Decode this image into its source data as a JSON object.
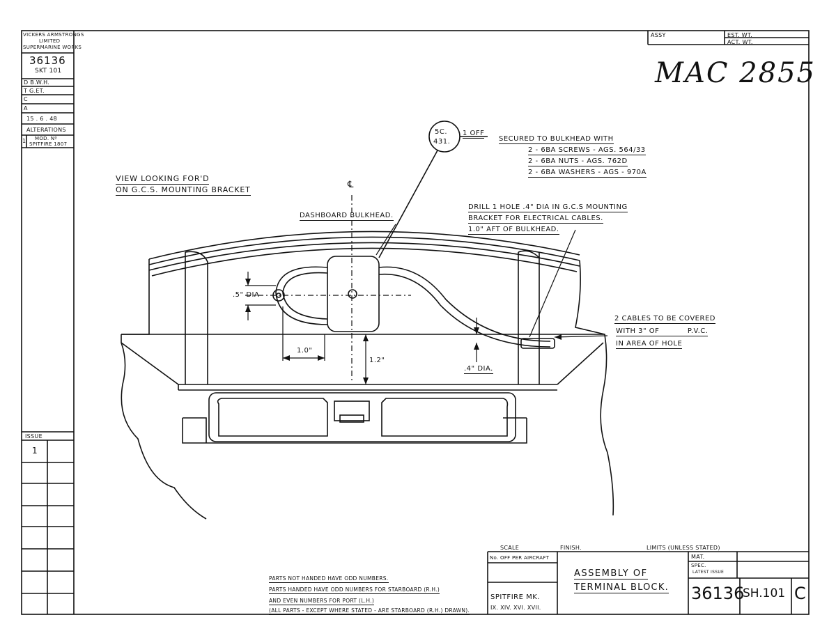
{
  "title_block_left": {
    "company_line1": "VICKERS ARMSTRONGS",
    "company_line2": "LIMITED",
    "company_line3": "SUPERMARINE WORKS",
    "drawing_no": "36136",
    "sketch": "SKT 101",
    "drawn": "D  B.W.H.",
    "traced": "T  G.ET.",
    "checked": "C",
    "approved": "A",
    "date": "15 . 6 . 48",
    "alterations_header": "ALTERATIONS",
    "alteration_no": "1",
    "alteration_text_1": "MOD. Nº",
    "alteration_text_2": "SPITFIRE 1807",
    "issue_header": "ISSUE",
    "issue_value": "1"
  },
  "top_block": {
    "assy": "ASSY",
    "est_wt": "EST. WT.",
    "act_wt": "ACT. WT."
  },
  "handwritten_ref": "MAC 2855",
  "view_title_1": "VIEW LOOKING FOR'D",
  "view_title_2": "ON G.C.S. MOUNTING BRACKET",
  "centerline": "℄",
  "part_balloon": {
    "line1": "5C.",
    "line2": "431.",
    "qty": "1 OFF"
  },
  "secured_note": {
    "line1": "SECURED TO BULKHEAD WITH",
    "line2": "2 - 6BA SCREWS - AGS. 564/33",
    "line3": "2 - 6BA NUTS - AGS. 762D",
    "line4": "2 - 6BA WASHERS - AGS - 970A"
  },
  "bulkhead_label": "DASHBOARD BULKHEAD.",
  "drill_note": {
    "line1": "DRILL 1 HOLE .4\" DIA IN G.C.S MOUNTING",
    "line2": "BRACKET FOR ELECTRICAL CABLES.",
    "line3": "1.0\" AFT OF BULKHEAD."
  },
  "cables_note": {
    "line1": "2 CABLES TO BE COVERED",
    "line2": "WITH 3\" OF           P.V.C.",
    "line3": "IN AREA OF HOLE"
  },
  "dims": {
    "dia_5": ".5\" DIA",
    "dist_10": "1.0\"",
    "dist_12": "1.2\"",
    "dia_4": ".4\" DIA."
  },
  "parts_notes": {
    "line1": "PARTS NOT HANDED HAVE ODD NUMBERS.",
    "line2": "PARTS HANDED HAVE ODD NUMBERS FOR STARBOARD (R.H.)",
    "line3": "AND EVEN NUMBERS FOR PORT (L.H.)",
    "line4": "(ALL PARTS - EXCEPT WHERE STATED - ARE STARBOARD (R.H.) DRAWN)."
  },
  "bottom_block": {
    "scale": "SCALE",
    "finish": "FINISH.",
    "limits": "LIMITS (UNLESS STATED)",
    "no_off": "No. OFF PER AIRCRAFT",
    "title_line1": "ASSEMBLY OF",
    "title_line2": "TERMINAL BLOCK.",
    "mat": "MAT.",
    "spec": "SPEC.",
    "latest_issue": "LATEST ISSUE",
    "spitfire_1": "SPITFIRE   MK.",
    "spitfire_2": "IX. XIV. XVI. XVII.",
    "drawing_no": "36136",
    "sheet": "SH.101",
    "issue_letter": "C"
  }
}
